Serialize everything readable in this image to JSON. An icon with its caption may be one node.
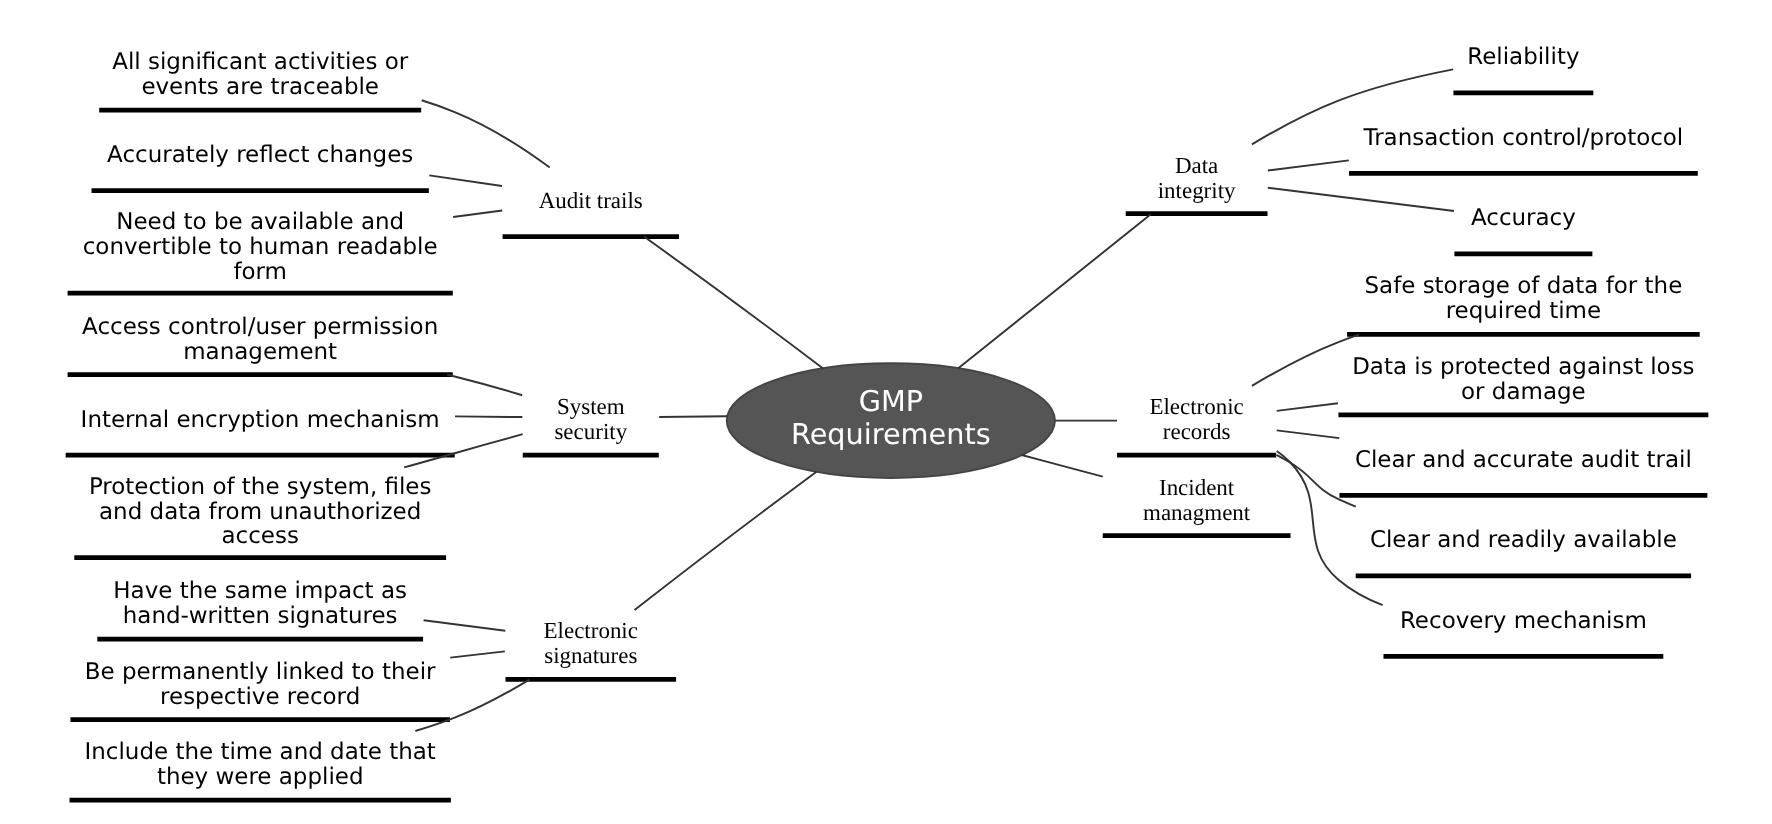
{
  "diagram": {
    "nodes": [
      {
        "text": [
          "GMP Requirements"
        ]
      },
      {
        "text": [
          "Audit trails"
        ]
      },
      {
        "text": [
          "System security"
        ]
      },
      {
        "text": [
          "Electronic signatures"
        ]
      },
      {
        "text": [
          "Data integrity"
        ]
      },
      {
        "text": [
          "Electronic records"
        ]
      },
      {
        "text": [
          "Incident managment"
        ]
      },
      {
        "text": [
          "All significant activities or events are traceable"
        ]
      },
      {
        "text": [
          "Accurately reflect changes"
        ]
      },
      {
        "text": [
          "Need to be available and convertible to human readable form"
        ]
      },
      {
        "text": [
          "Access control/user permission management"
        ]
      },
      {
        "text": [
          "Internal encryption mechanism"
        ]
      },
      {
        "text": [
          "Protection of the system, files and data from unauthorized access"
        ]
      },
      {
        "text": [
          "Have the same impact as hand-written signatures"
        ]
      },
      {
        "text": [
          "Be permanently linked to their respective record"
        ]
      },
      {
        "text": [
          "Include the time and date that they were applied"
        ]
      },
      {
        "text": [
          "Reliability"
        ]
      },
      {
        "text": [
          "Transaction control/protocol"
        ]
      },
      {
        "text": [
          "Accuracy"
        ]
      },
      {
        "text": [
          "Safe storage of data for the required time"
        ]
      },
      {
        "text": [
          "Data is protected against loss or damage"
        ]
      },
      {
        "text": [
          "Clear and accurate audit trail"
        ]
      },
      {
        "text": [
          "Clear and readily available"
        ]
      },
      {
        "text": [
          "Recovery mechanism"
        ]
      }
    ],
    "edges": [
      {
        "from": 0,
        "to": 1,
        "arrow": "none"
      },
      {
        "from": 0,
        "to": 2,
        "arrow": "none"
      },
      {
        "from": 0,
        "to": 3,
        "arrow": "none"
      },
      {
        "from": 0,
        "to": 4,
        "arrow": "none"
      },
      {
        "from": 0,
        "to": 5,
        "arrow": "none"
      },
      {
        "from": 0,
        "to": 6,
        "arrow": "none"
      },
      {
        "from": 1,
        "to": 7,
        "arrow": "none"
      },
      {
        "from": 1,
        "to": 8,
        "arrow": "none"
      },
      {
        "from": 1,
        "to": 9,
        "arrow": "none"
      },
      {
        "from": 2,
        "to": 10,
        "arrow": "none"
      },
      {
        "from": 2,
        "to": 11,
        "arrow": "none"
      },
      {
        "from": 2,
        "to": 12,
        "arrow": "none"
      },
      {
        "from": 3,
        "to": 13,
        "arrow": "none"
      },
      {
        "from": 3,
        "to": 14,
        "arrow": "none"
      },
      {
        "from": 3,
        "to": 15,
        "arrow": "none"
      },
      {
        "from": 4,
        "to": 16,
        "arrow": "none"
      },
      {
        "from": 4,
        "to": 17,
        "arrow": "none"
      },
      {
        "from": 4,
        "to": 18,
        "arrow": "none"
      },
      {
        "from": 5,
        "to": 19,
        "arrow": "none"
      },
      {
        "from": 5,
        "to": 20,
        "arrow": "none"
      },
      {
        "from": 5,
        "to": 21,
        "arrow": "none"
      },
      {
        "from": 5,
        "to": 22,
        "arrow": "none"
      },
      {
        "from": 5,
        "to": 23,
        "arrow": "none"
      }
    ]
  }
}
